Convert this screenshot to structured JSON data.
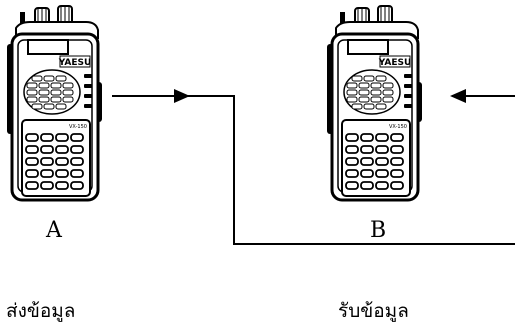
{
  "diagram": {
    "radio_a": {
      "label": "A",
      "caption": "ส่งข้อมูล",
      "brand": "YAESU",
      "model": "VX-150"
    },
    "radio_b": {
      "label": "B",
      "caption": "รับข้อมูล",
      "brand": "YAESU",
      "model": "VX-150"
    },
    "colors": {
      "ink": "#000000",
      "background": "#ffffff"
    }
  }
}
